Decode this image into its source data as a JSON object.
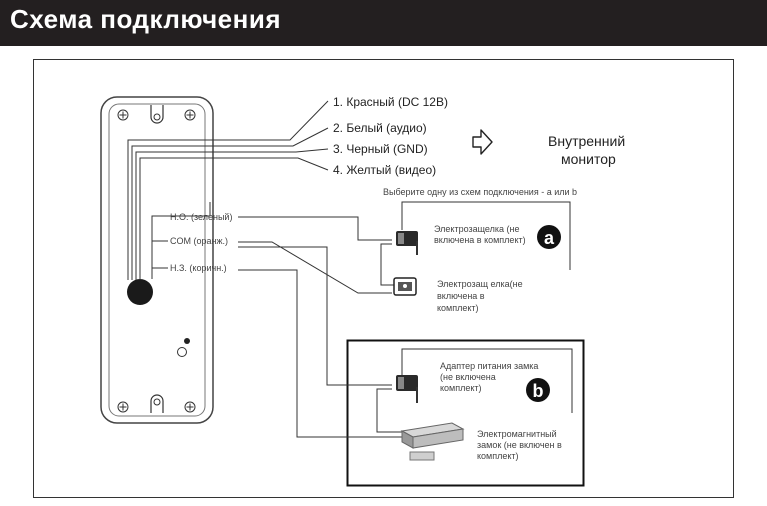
{
  "header": {
    "title": "Схема подключения"
  },
  "wires": {
    "w1": "1.  Красный (DC 12В)",
    "w2": "2. Белый (аудио)",
    "w3": "3. Черный (GND)",
    "w4": "4. Желтый (видео)"
  },
  "monitor": {
    "line1": "Внутренний",
    "line2": "монитор"
  },
  "choose_scheme": "Выберите одну из схем подключения - a или b",
  "terminals": {
    "no": "Н.О. (зеленый)",
    "com": "COM (оранж.)",
    "nc": "Н.З. (коричн.)"
  },
  "lock_a1": {
    "line1": "Электрозащелка (не",
    "line2": "включена в комплект)"
  },
  "lock_a2": {
    "line1": "Электрозащ елка(не",
    "line2": "включена в",
    "line3": "комплект)"
  },
  "adapter": {
    "line1": "Адаптер питания замка",
    "line2": "(не включена",
    "line3": "комплект)"
  },
  "maglock": {
    "line1": "Электромагнитный",
    "line2": "замок (не включен в",
    "line3": "комплект)"
  },
  "badges": {
    "a": "a",
    "b": "b"
  }
}
